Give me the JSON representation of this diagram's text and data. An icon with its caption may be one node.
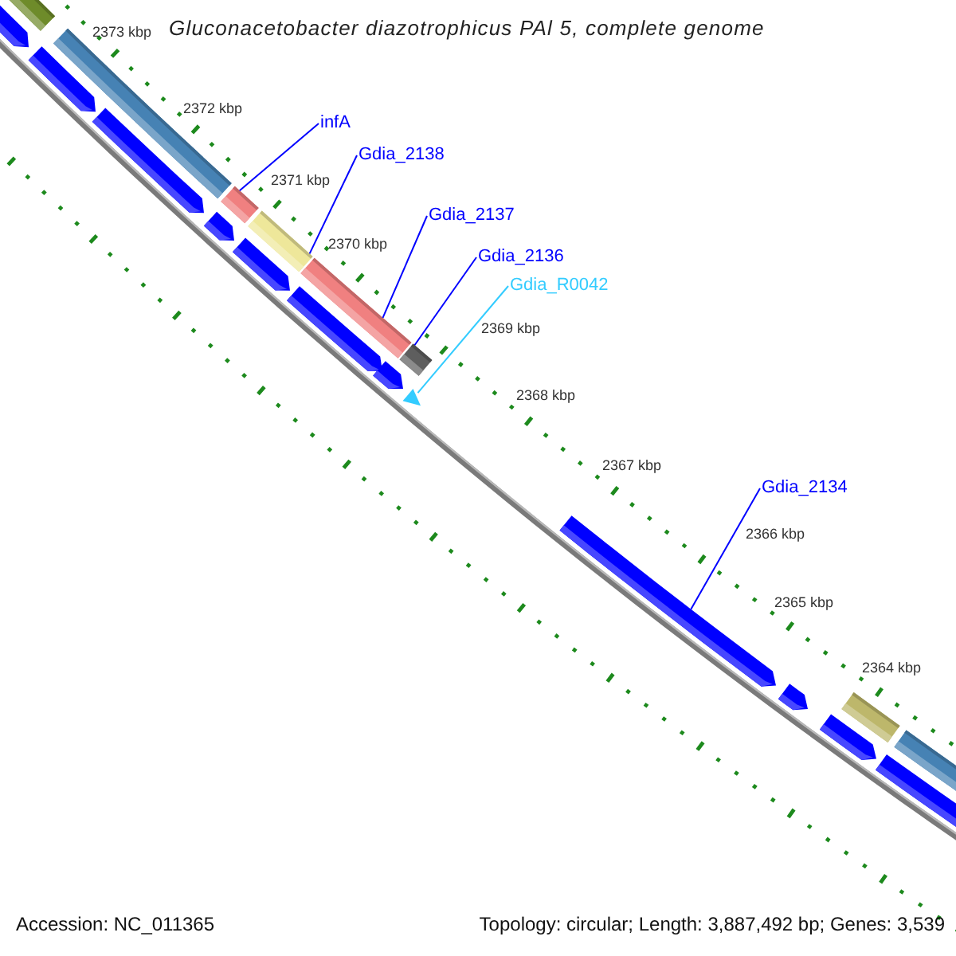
{
  "diagram": {
    "title": "Gluconacetobacter diazotrophicus PAl 5, complete genome",
    "nodes": [
      {
        "text": [
          "infA"
        ]
      },
      {
        "text": [
          "Gdia_2138"
        ]
      },
      {
        "text": [
          "Gdia_2137"
        ]
      },
      {
        "text": [
          "Gdia_2136"
        ]
      },
      {
        "text": [
          "Gdia_R0042"
        ]
      },
      {
        "text": [
          "Gdia_2134"
        ]
      },
      {
        "text": [],
        "shape": "bar"
      },
      {
        "text": [],
        "shape": "bar"
      },
      {
        "text": [],
        "shape": "bar"
      },
      {
        "text": [],
        "shape": "bar"
      },
      {
        "text": [],
        "shape": "triangle"
      },
      {
        "text": [],
        "shape": "arrow"
      }
    ],
    "edges": [
      {
        "from": 0,
        "to": 6,
        "arrow": "none"
      },
      {
        "from": 1,
        "to": 7,
        "arrow": "none"
      },
      {
        "from": 2,
        "to": 8,
        "arrow": "none"
      },
      {
        "from": 3,
        "to": 9,
        "arrow": "none"
      },
      {
        "from": 4,
        "to": 10,
        "arrow": "none",
        "color": "#33ccff"
      },
      {
        "from": 5,
        "to": 11,
        "arrow": "none"
      }
    ],
    "labels": [
      "2373 kbp",
      "2372 kbp",
      "2371 kbp",
      "2370 kbp",
      "2369 kbp",
      "2368 kbp",
      "2367 kbp",
      "2366 kbp",
      "2365 kbp",
      "2364 kbp",
      "Accession: NC_011365",
      "Topology: circular; Length: 3,887,492 bp; Genes: 3,539"
    ]
  }
}
